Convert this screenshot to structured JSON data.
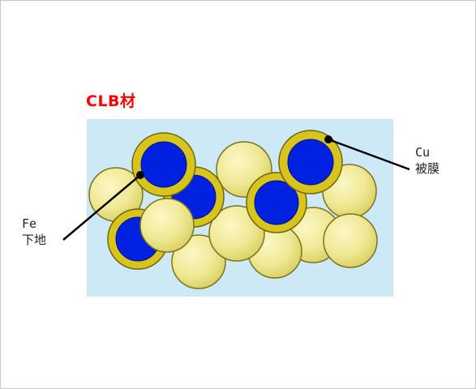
{
  "title": "CLB材",
  "labels": {
    "fe_line1": "Fe",
    "fe_line2": "下地",
    "cu_line1": "Cu",
    "cu_line2": "被膜"
  },
  "colors": {
    "title": "#ff0000",
    "background_panel": "#cde9f6",
    "fe_particle_fill": "#f0eb9a",
    "fe_particle_stroke": "#7a7420",
    "cu_coating": "#d7c41c",
    "core": "#0022e0",
    "leader_line": "#000000"
  }
}
